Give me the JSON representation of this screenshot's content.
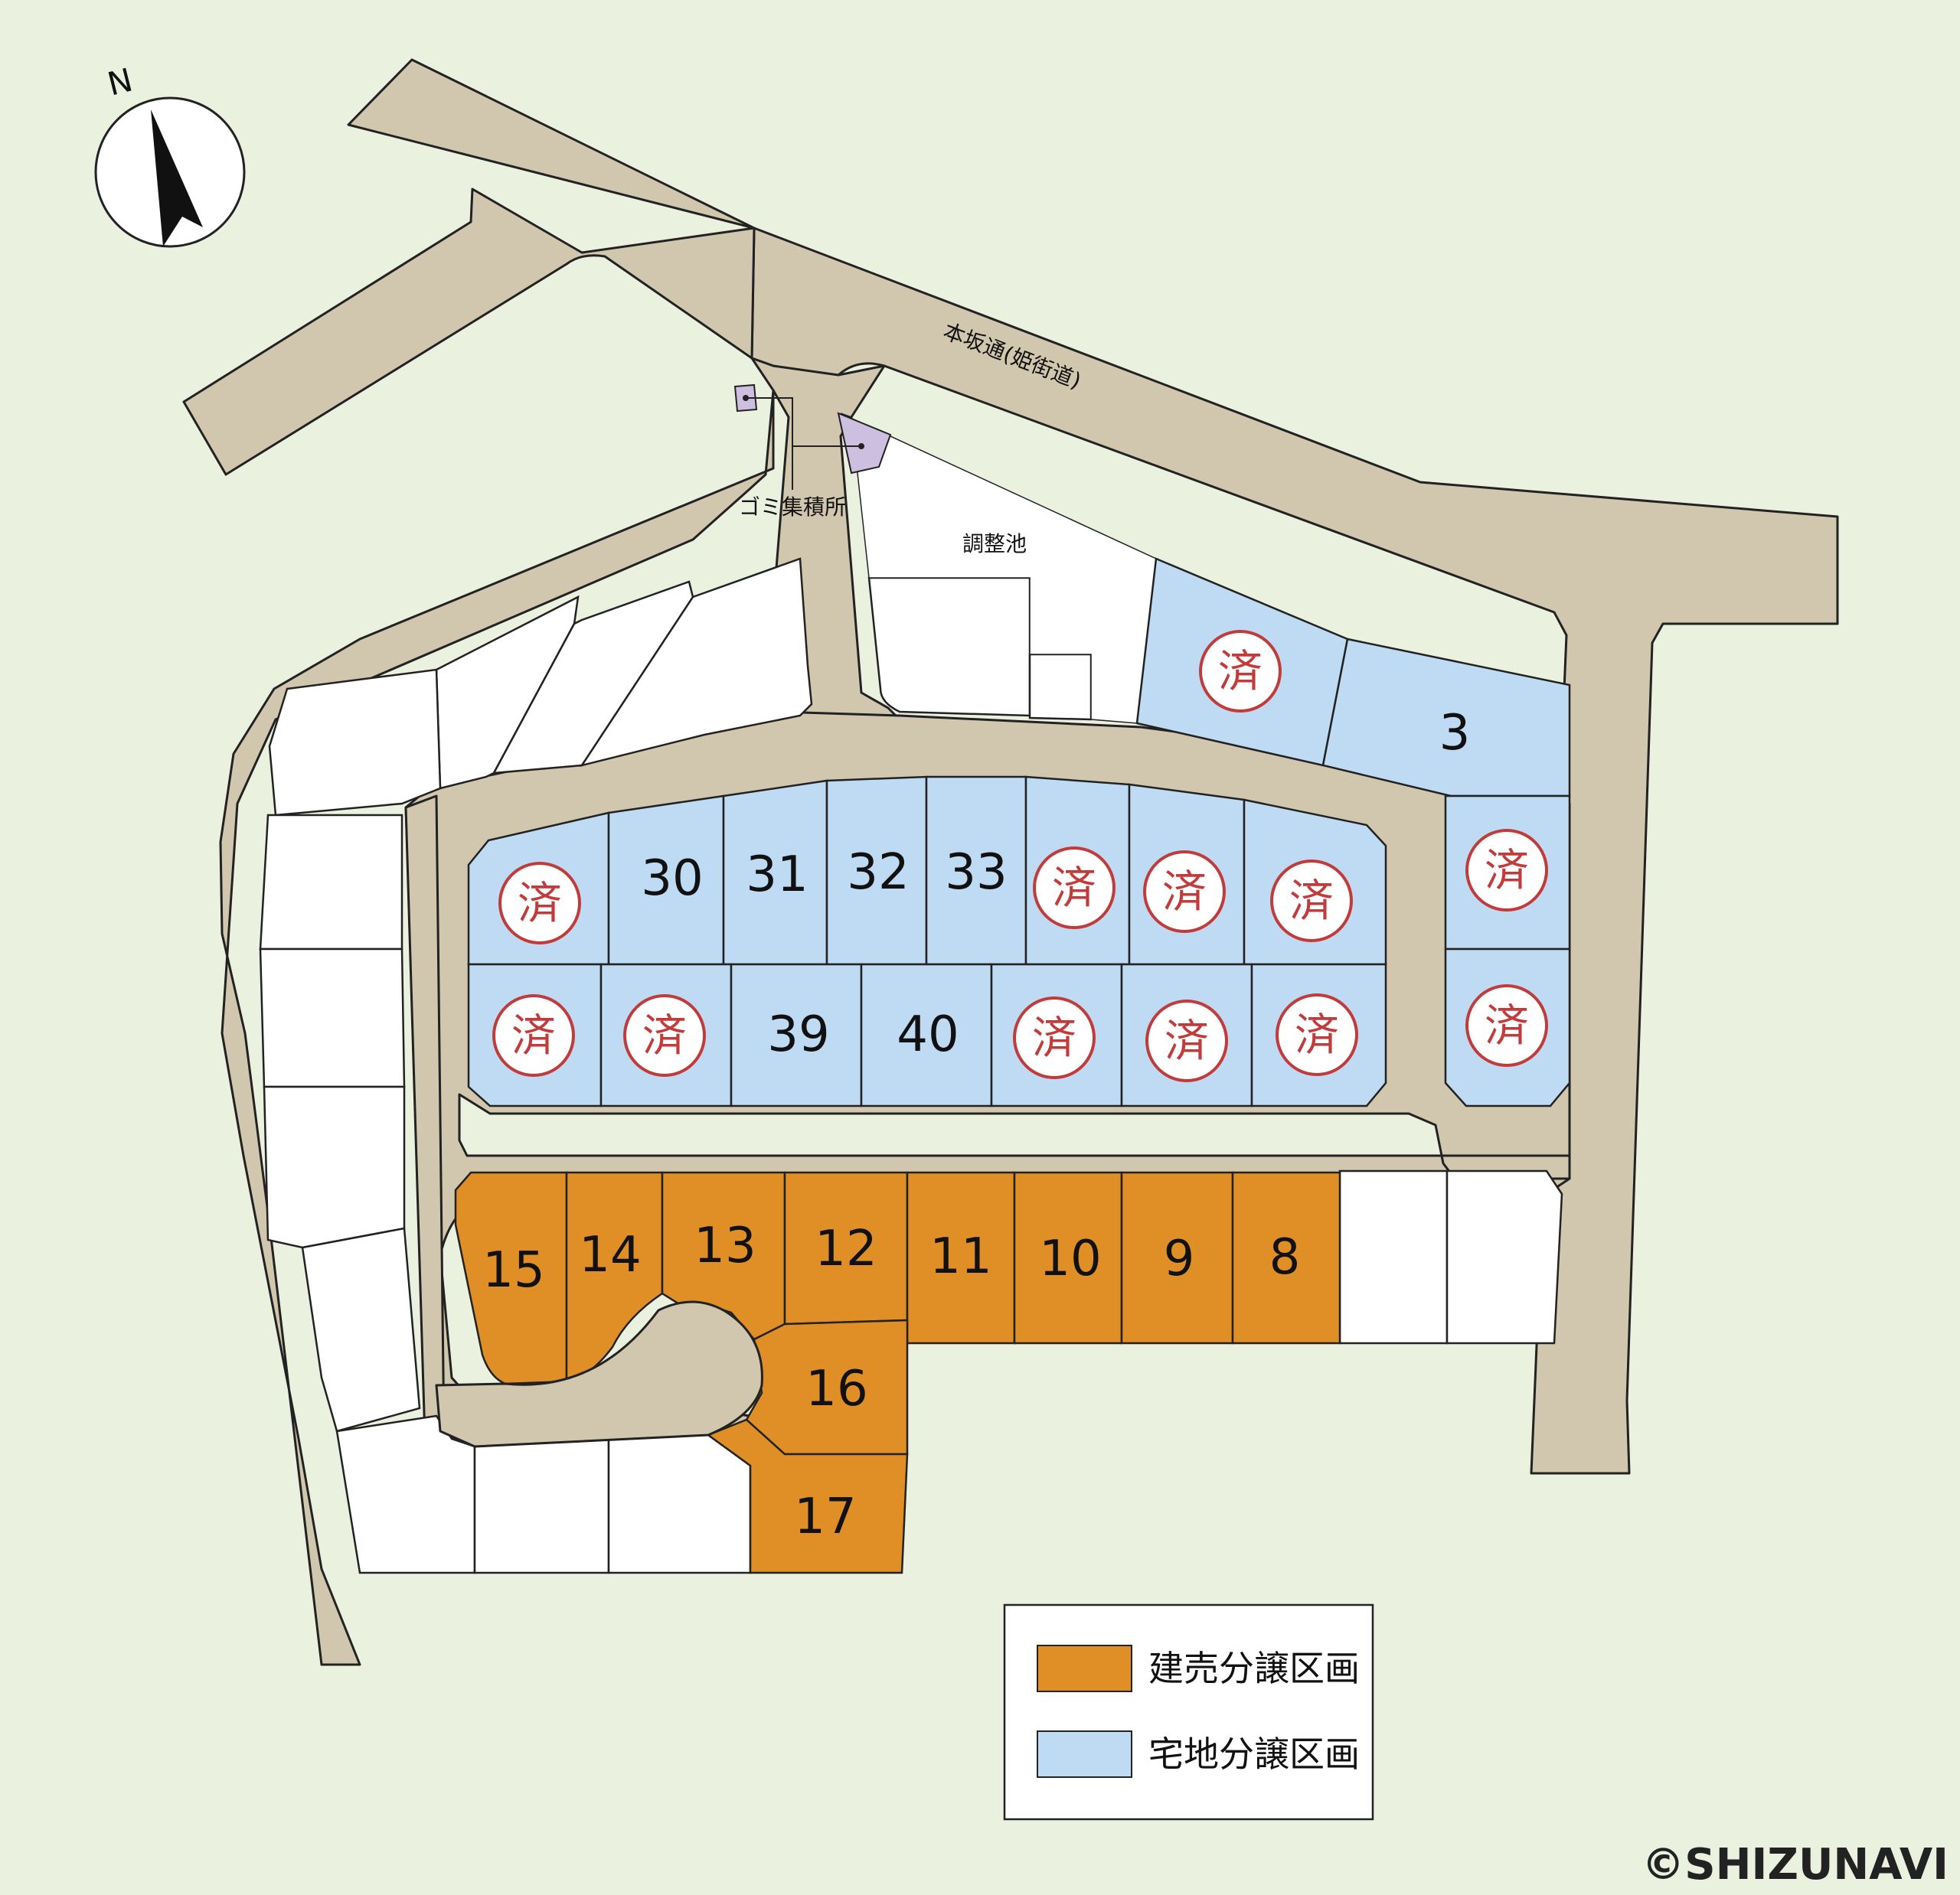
{
  "map": {
    "compass_label": "N",
    "road_label": "本坂通(姫街道)",
    "pond_label": "調整池",
    "garbage_label": "ゴミ集積所",
    "sold_mark": "済",
    "copyright": "©SHIZUNAVI",
    "colors": {
      "background": "#eaf1df",
      "road": "#d1c6ae",
      "lot_house": "#e08e26",
      "lot_land": "#bfdbf3",
      "lot_other": "#ffffff",
      "sold_mark": "#c23b3b",
      "garbage_site": "#cdbfe0"
    }
  },
  "legend": {
    "items": [
      {
        "label": "建売分譲区画",
        "color": "#e08e26"
      },
      {
        "label": "宅地分譲区画",
        "color": "#bfdbf3"
      }
    ]
  },
  "lots": {
    "n3": "3",
    "n8": "8",
    "n9": "9",
    "n10": "10",
    "n11": "11",
    "n12": "12",
    "n13": "13",
    "n14": "14",
    "n15": "15",
    "n16": "16",
    "n17": "17",
    "n30": "30",
    "n31": "31",
    "n32": "32",
    "n33": "33",
    "n39": "39",
    "n40": "40"
  }
}
